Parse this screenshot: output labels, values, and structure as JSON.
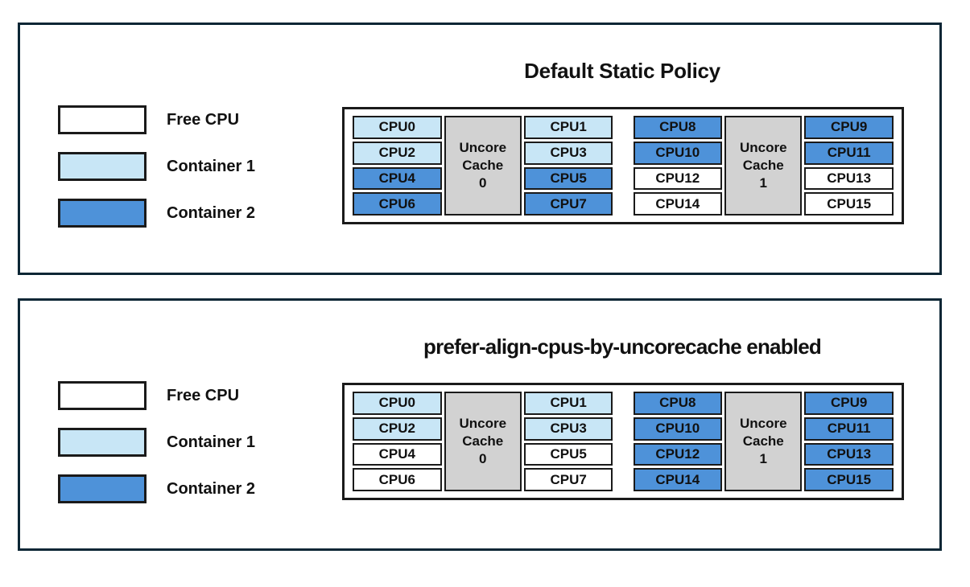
{
  "colors": {
    "free": "#ffffff",
    "container1": "#c8e6f6",
    "container2": "#4e92d9",
    "uncore": "#d2d2d2",
    "panel_border": "#0c2635",
    "cell_border": "#1a1a1a",
    "text": "#111111"
  },
  "legend": {
    "items": [
      {
        "label": "Free CPU",
        "fill": "free"
      },
      {
        "label": "Container 1",
        "fill": "container1"
      },
      {
        "label": "Container 2",
        "fill": "container2"
      }
    ]
  },
  "panels": [
    {
      "title": "Default Static Policy",
      "groups": [
        {
          "uncore_lines": [
            "Uncore",
            "Cache",
            "0"
          ],
          "left_cpus": [
            {
              "label": "CPU0",
              "fill": "container1"
            },
            {
              "label": "CPU2",
              "fill": "container1"
            },
            {
              "label": "CPU4",
              "fill": "container2"
            },
            {
              "label": "CPU6",
              "fill": "container2"
            }
          ],
          "right_cpus": [
            {
              "label": "CPU1",
              "fill": "container1"
            },
            {
              "label": "CPU3",
              "fill": "container1"
            },
            {
              "label": "CPU5",
              "fill": "container2"
            },
            {
              "label": "CPU7",
              "fill": "container2"
            }
          ]
        },
        {
          "uncore_lines": [
            "Uncore",
            "Cache",
            "1"
          ],
          "left_cpus": [
            {
              "label": "CPU8",
              "fill": "container2"
            },
            {
              "label": "CPU10",
              "fill": "container2"
            },
            {
              "label": "CPU12",
              "fill": "free"
            },
            {
              "label": "CPU14",
              "fill": "free"
            }
          ],
          "right_cpus": [
            {
              "label": "CPU9",
              "fill": "container2"
            },
            {
              "label": "CPU11",
              "fill": "container2"
            },
            {
              "label": "CPU13",
              "fill": "free"
            },
            {
              "label": "CPU15",
              "fill": "free"
            }
          ]
        }
      ]
    },
    {
      "title": "prefer-align-cpus-by-uncorecache enabled",
      "groups": [
        {
          "uncore_lines": [
            "Uncore",
            "Cache",
            "0"
          ],
          "left_cpus": [
            {
              "label": "CPU0",
              "fill": "container1"
            },
            {
              "label": "CPU2",
              "fill": "container1"
            },
            {
              "label": "CPU4",
              "fill": "free"
            },
            {
              "label": "CPU6",
              "fill": "free"
            }
          ],
          "right_cpus": [
            {
              "label": "CPU1",
              "fill": "container1"
            },
            {
              "label": "CPU3",
              "fill": "container1"
            },
            {
              "label": "CPU5",
              "fill": "free"
            },
            {
              "label": "CPU7",
              "fill": "free"
            }
          ]
        },
        {
          "uncore_lines": [
            "Uncore",
            "Cache",
            "1"
          ],
          "left_cpus": [
            {
              "label": "CPU8",
              "fill": "container2"
            },
            {
              "label": "CPU10",
              "fill": "container2"
            },
            {
              "label": "CPU12",
              "fill": "container2"
            },
            {
              "label": "CPU14",
              "fill": "container2"
            }
          ],
          "right_cpus": [
            {
              "label": "CPU9",
              "fill": "container2"
            },
            {
              "label": "CPU11",
              "fill": "container2"
            },
            {
              "label": "CPU13",
              "fill": "container2"
            },
            {
              "label": "CPU15",
              "fill": "container2"
            }
          ]
        }
      ]
    }
  ]
}
